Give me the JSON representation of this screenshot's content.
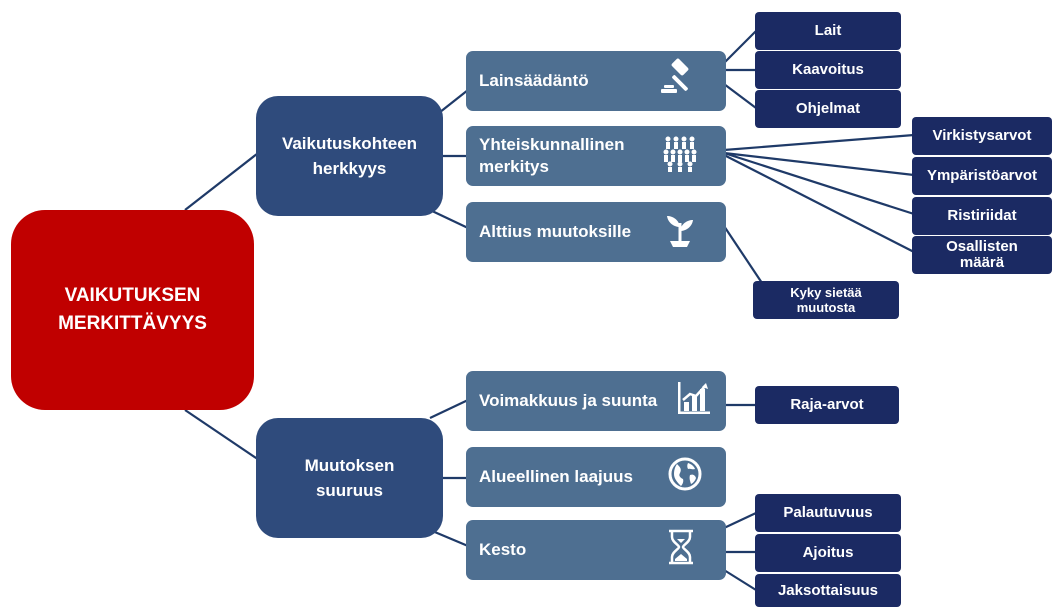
{
  "diagram": {
    "root": "VAIKUTUKSEN\nMERKITTÄVYYS",
    "branches": [
      {
        "label": "Vaikutuskohteen\nherkkyys",
        "categories": [
          {
            "label": "Lainsäädäntö",
            "icon": "gavel-icon",
            "leaves": [
              "Lait",
              "Kaavoitus",
              "Ohjelmat"
            ]
          },
          {
            "label": "Yhteiskunnallinen\nmerkitys",
            "icon": "crowd-icon",
            "leaves": [
              "Virkistysarvot",
              "Ympäristöarvot",
              "Ristiriidat",
              "Osallisten\nmäärä"
            ]
          },
          {
            "label": "Alttius muutoksille",
            "icon": "sprout-icon",
            "leaves": [
              "Kyky sietää\nmuutosta"
            ]
          }
        ]
      },
      {
        "label": "Muutoksen\nsuuruus",
        "categories": [
          {
            "label": "Voimakkuus ja suunta",
            "icon": "bar-chart-icon",
            "leaves": [
              "Raja-arvot"
            ]
          },
          {
            "label": "Alueellinen laajuus",
            "icon": "globe-icon",
            "leaves": []
          },
          {
            "label": "Kesto",
            "icon": "hourglass-icon",
            "leaves": [
              "Palautuvuus",
              "Ajoitus",
              "Jaksottaisuus"
            ]
          }
        ]
      }
    ],
    "colors": {
      "root": "#c00000",
      "branch": "#2f4b7c",
      "category": "#4e6f91",
      "leaf": "#1b2a63",
      "connector": "#1f3a68"
    }
  }
}
